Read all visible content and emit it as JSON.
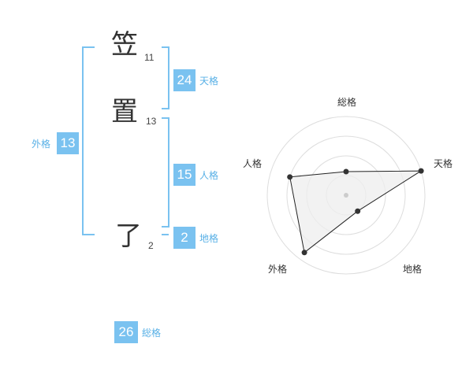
{
  "name": {
    "characters": [
      {
        "char": "笠",
        "strokes": "11"
      },
      {
        "char": "置",
        "strokes": "13"
      },
      {
        "char": "了",
        "strokes": "2"
      }
    ]
  },
  "kaku": {
    "tenkaku": {
      "value": "24",
      "label": "天格"
    },
    "jinkaku": {
      "value": "15",
      "label": "人格"
    },
    "chikaku": {
      "value": "2",
      "label": "地格"
    },
    "gaikaku": {
      "value": "13",
      "label": "外格"
    },
    "soukaku": {
      "value": "26",
      "label": "総格"
    }
  },
  "colors": {
    "bracket": "#7ac2f0",
    "box": "#7ac2f0",
    "label": "#58b0e6",
    "radar_fill": "#eeeeee"
  },
  "radar": {
    "axes": [
      "総格",
      "天格",
      "地格",
      "外格",
      "人格"
    ],
    "values": [
      0.3,
      1.0,
      0.25,
      0.9,
      0.75
    ],
    "rings": 4
  }
}
